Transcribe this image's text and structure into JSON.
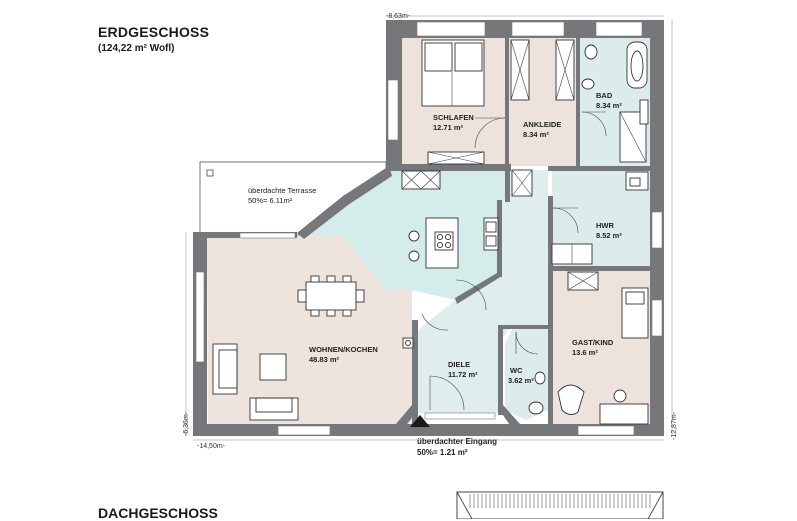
{
  "header": {
    "title": "ERDGESCHOSS",
    "subtitle": "(124,22 m² Wofl)",
    "next_floor_title": "DACHGESCHOSS"
  },
  "dimensions": {
    "top": "-8,63m-",
    "bottom": "-14,50m-",
    "left": "-6,36m-",
    "right": "-12,87m-"
  },
  "rooms": {
    "schlafen": {
      "name": "SCHLAFEN",
      "area": "12.71 m²"
    },
    "ankleide": {
      "name": "ANKLEIDE",
      "area": "8.34 m²"
    },
    "bad": {
      "name": "BAD",
      "area": "8.34 m²"
    },
    "terrasse": {
      "name": "überdachte Terrasse",
      "area": "50%= 6.11m²"
    },
    "hwr": {
      "name": "HWR",
      "area": "8.52 m²"
    },
    "wohnen": {
      "name": "WOHNEN/KOCHEN",
      "area": "48.83 m²"
    },
    "diele": {
      "name": "DIELE",
      "area": "11.72 m²"
    },
    "wc": {
      "name": "WC",
      "area": "3.62 m²"
    },
    "gast": {
      "name": "GAST/KIND",
      "area": "13.6 m²"
    },
    "eingang": {
      "name": "überdachter Eingang",
      "area": "50%= 1.21 m²"
    }
  },
  "colors": {
    "wall": "#76777a",
    "living_floor": "#efe3de",
    "kitchen_floor": "#d4ecea",
    "hall_floor": "#dfeeed",
    "sleeping_floor": "#eee2dc",
    "wet_floor": "#dbeceb"
  }
}
